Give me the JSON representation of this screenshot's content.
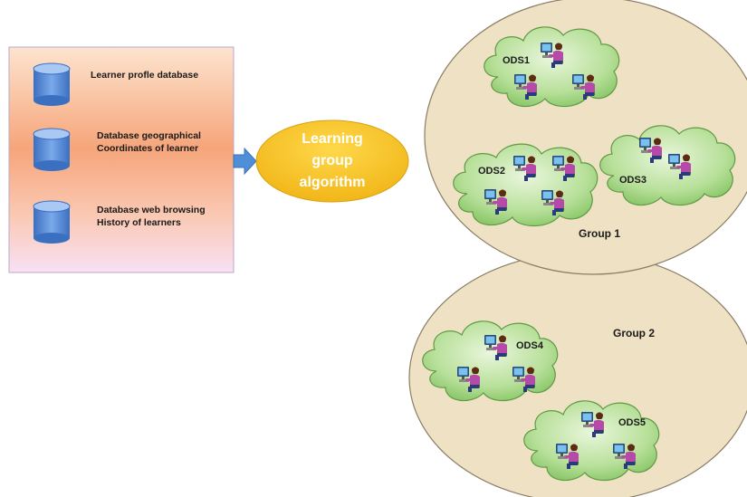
{
  "databases": [
    {
      "lines": [
        "Learner profle database"
      ],
      "icon": "database-icon"
    },
    {
      "lines": [
        "Database geographical",
        "Coordinates of learner"
      ],
      "icon": "database-icon"
    },
    {
      "lines": [
        "Database web browsing",
        "History of learners"
      ],
      "icon": "database-icon"
    }
  ],
  "algorithm": {
    "lines": [
      "Learning",
      "group",
      "algorithm"
    ]
  },
  "groups": [
    {
      "label": "Group 1"
    },
    {
      "label": "Group 2"
    }
  ],
  "ods": [
    {
      "label": "ODS1"
    },
    {
      "label": "ODS2"
    },
    {
      "label": "ODS3"
    },
    {
      "label": "ODS4"
    },
    {
      "label": "ODS5"
    }
  ],
  "colors": {
    "panel_top": "#fbd6b8",
    "panel_mid": "#f6a57a",
    "panel_bottom": "#f8dcf0",
    "db_blue": "#4f86d6",
    "arrow_blue": "#4f8fd8",
    "algo_fill": "#f7c42a",
    "group_fill": "#efe2c4",
    "cloud_fill": "#a6d68a",
    "learner_shirt": "#b54aa8",
    "monitor_blue": "#6fb7e8"
  },
  "icons": [
    "database-icon",
    "arrow-icon",
    "cloud-icon",
    "learner-computer-icon"
  ]
}
